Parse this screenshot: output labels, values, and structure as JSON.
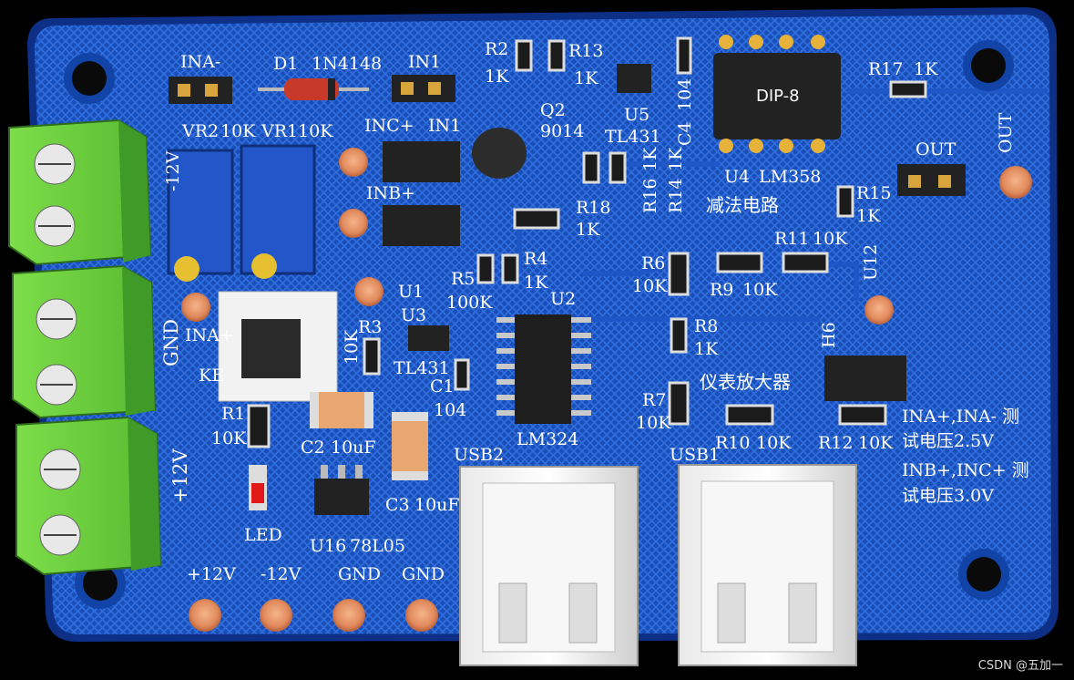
{
  "board": {
    "components": {
      "r2": "R2",
      "r2_val": "1K",
      "r13": "R13",
      "r13_val": "1K",
      "ina_minus": "INA-",
      "d1": "D1",
      "d1_part": "1N4148",
      "in1_top": "IN1",
      "q2": "Q2",
      "q2_part": "9014",
      "u5": "U5",
      "u5_part": "TL431",
      "c4": "C4",
      "c4_val": "104",
      "dip8": "DIP-8",
      "r17": "R17",
      "r17_val": "1K",
      "out_hdr": "OUT",
      "out_pad": "OUT",
      "vr2": "VR2",
      "vr2_val": "10K",
      "vr1": "VR1",
      "vr1_val": "10K",
      "inc_plus": "INC+",
      "in1_mid": "IN1",
      "r16": "R16",
      "r16_val": "1K",
      "r14": "R14",
      "r14_val": "1K",
      "u4": "U4",
      "u4_part": "LM358",
      "sub_circuit": "减法电路",
      "r15": "R15",
      "r15_val": "1K",
      "m12v_left": "-12V",
      "inb_plus": "INB+",
      "r18": "R18",
      "r18_val": "1K",
      "r11": "R11",
      "r11_val": "10K",
      "u12": "U12",
      "r5": "R5",
      "r5_val": "100K",
      "r4": "R4",
      "r4_val": "1K",
      "r6": "R6",
      "r6_val": "10K",
      "r9": "R9",
      "r9_val": "10K",
      "u1": "U1",
      "u3": "U3",
      "u2": "U2",
      "ina_plus_cut": "INA+",
      "gnd_left": "GND",
      "ke": "KE",
      "r3": "R3",
      "r3_val": "10K",
      "u3_part": "TL431",
      "r8": "R8",
      "r8_val": "1K",
      "h6": "H6",
      "c1": "C1",
      "c1_val": "104",
      "inst_amp": "仪表放大器",
      "r7": "R7",
      "r7_val": "10K",
      "r1": "R1",
      "r1_val": "10K",
      "c2": "C2",
      "c2_val": "10uF",
      "lm324": "LM324",
      "r10": "R10",
      "r10_val": "10K",
      "r12": "R12",
      "r12_val": "10K",
      "note_line1": "INA+,INA- 测",
      "note_line2": "试电压2.5V",
      "note_line3": "INB+,INC+ 测",
      "note_line4": "试电压3.0V",
      "p12v_left": "+12V",
      "usb2": "USB2",
      "usb1": "USB1",
      "c3": "C3",
      "c3_val": "10uF",
      "led": "LED",
      "u16": "U16",
      "u16_part": "78L05",
      "pad_p12v": "+12V",
      "pad_m12v": "-12V",
      "pad_gnd1": "GND",
      "pad_gnd2": "GND"
    }
  },
  "watermark": "CSDN @五加一"
}
